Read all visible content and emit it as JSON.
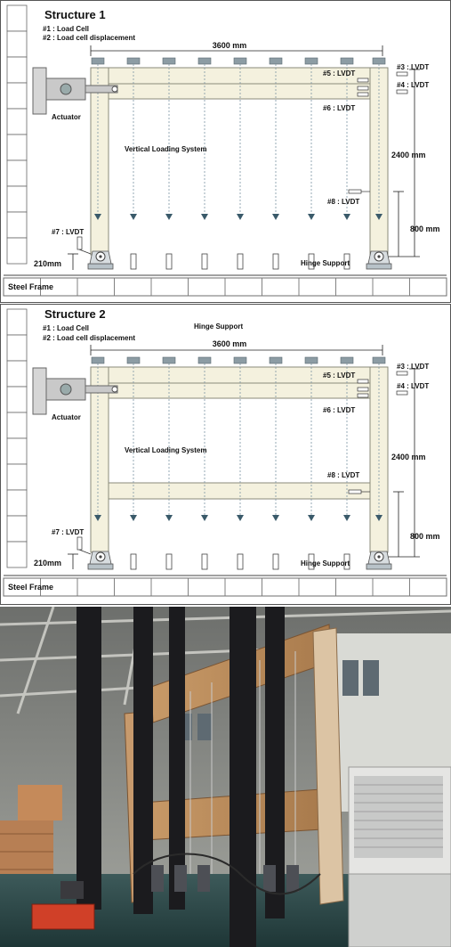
{
  "structure1": {
    "title": "Structure 1",
    "note1": "#1 : Load Cell",
    "note2": "#2 : Load cell displacement",
    "dim_width": "3600 mm",
    "dim_height": "2400 mm",
    "dim_lower": "800 mm",
    "dim_base": "210mm",
    "actuator": "Actuator",
    "vertical_loading": "Vertical Loading System",
    "lvdt3": "#3 : LVDT",
    "lvdt4": "#4 : LVDT",
    "lvdt5": "#5 : LVDT",
    "lvdt6": "#6 : LVDT",
    "lvdt7": "#7 : LVDT",
    "lvdt8": "#8 : LVDT",
    "hinge_support": "Hinge Support",
    "steel_frame": "Steel Frame"
  },
  "structure2": {
    "title": "Structure 2",
    "note1": "#1 : Load Cell",
    "note2": "#2 : Load cell displacement",
    "top_label": "Hinge Support",
    "dim_width": "3600 mm",
    "dim_height": "2400 mm",
    "dim_lower": "800 mm",
    "dim_base": "210mm",
    "actuator": "Actuator",
    "vertical_loading": "Vertical Loading System",
    "lvdt3": "#3 : LVDT",
    "lvdt4": "#4 : LVDT",
    "lvdt5": "#5 : LVDT",
    "lvdt6": "#6 : LVDT",
    "lvdt7": "#7 : LVDT",
    "lvdt8": "#8 : LVDT",
    "hinge_support": "Hinge Support",
    "steel_frame": "Steel Frame"
  },
  "colors": {
    "timber": "#f4f1de",
    "timber_stroke": "#8a8a7a",
    "loader": "#8c9ca4",
    "arrow": "#3a5a6a",
    "steel_black": "#1b1b1e",
    "photo_wood": "#b98a5c"
  }
}
